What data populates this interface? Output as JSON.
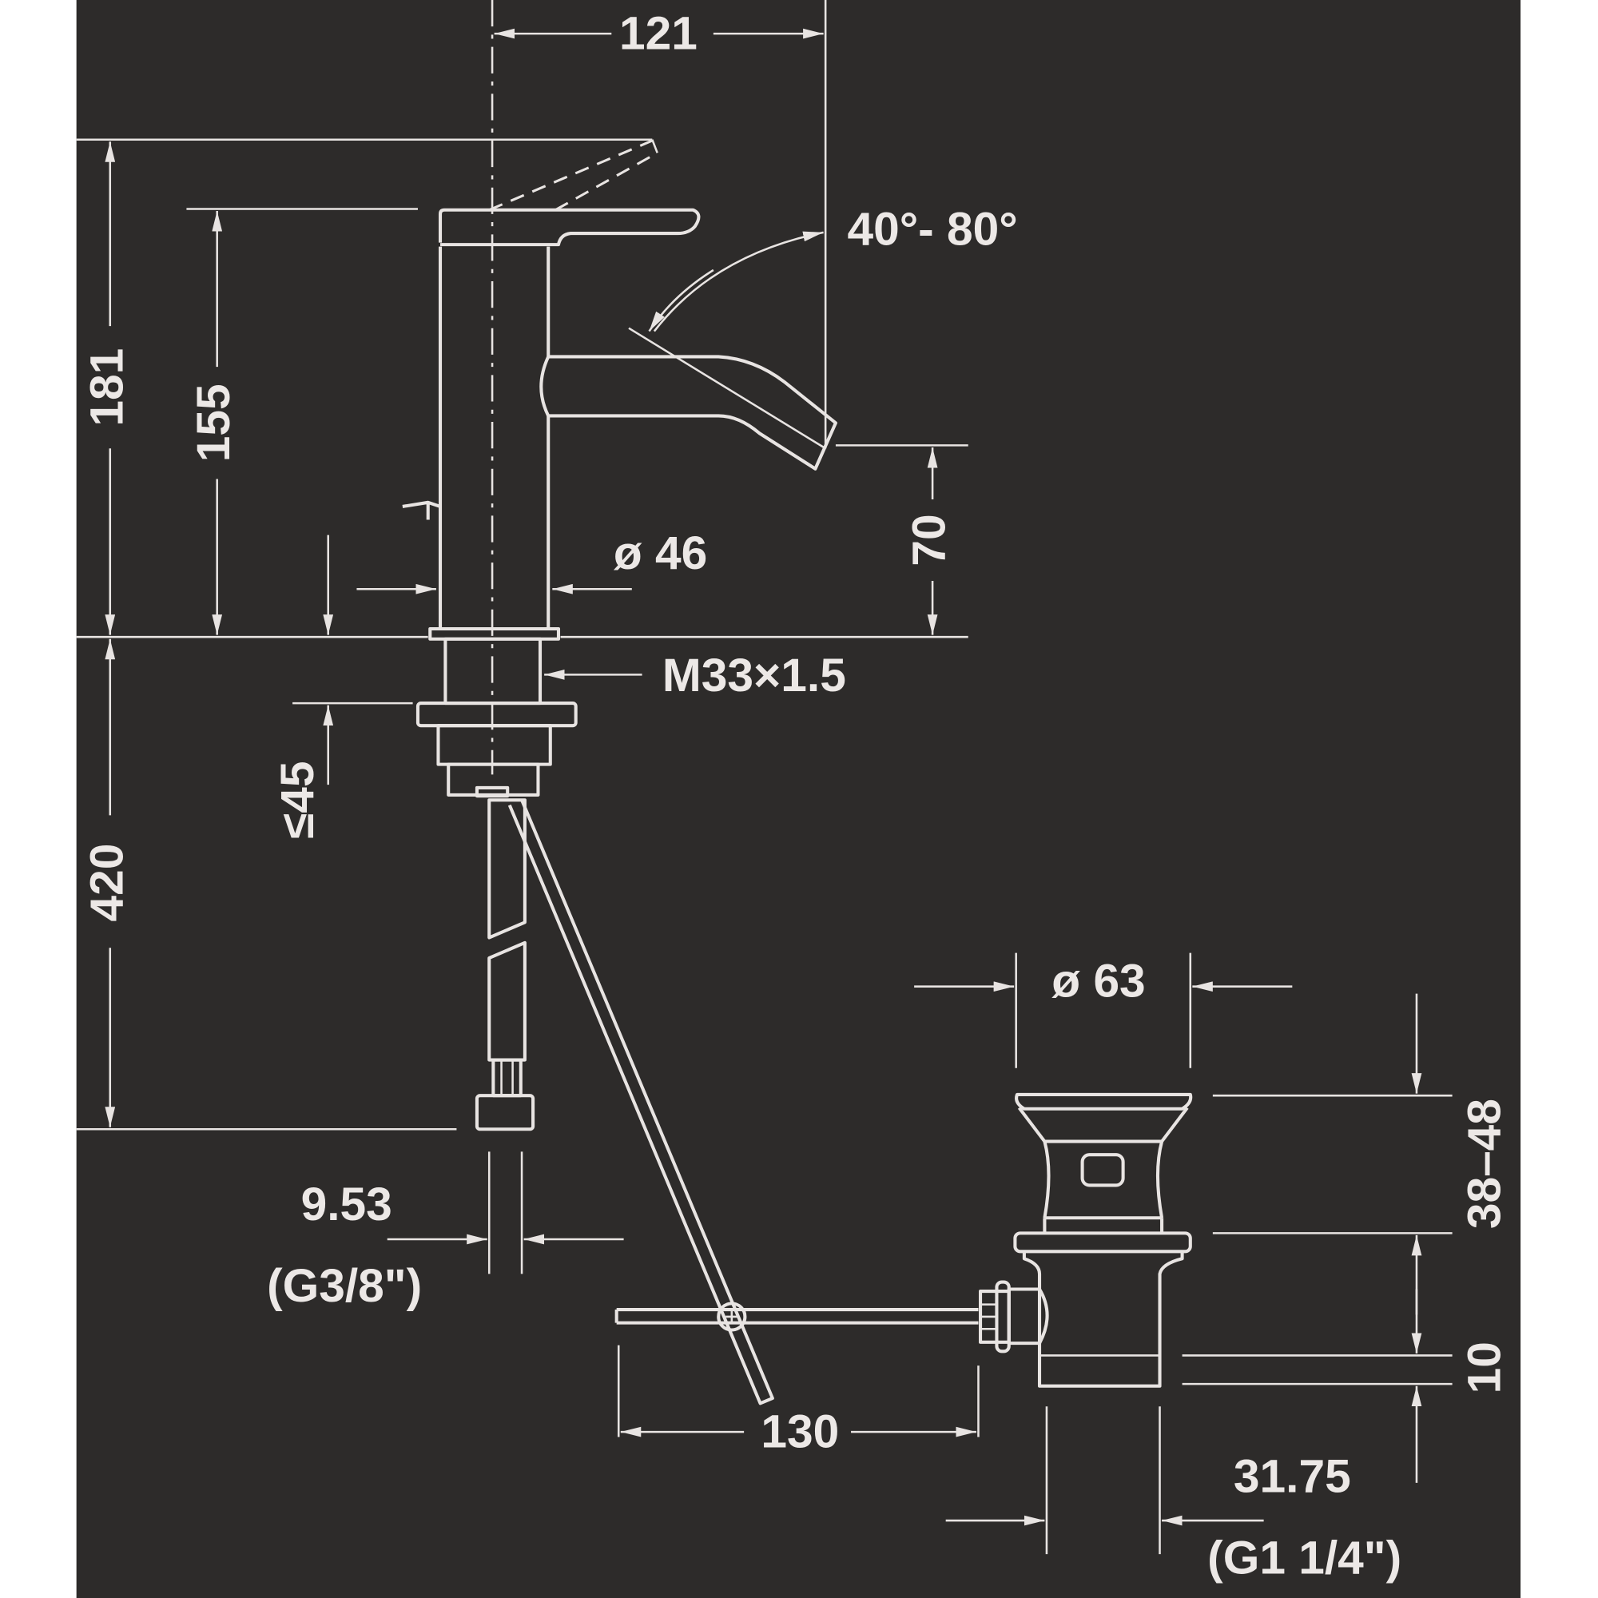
{
  "drawing": {
    "title": "Bidet mixer dimension drawing",
    "colors": {
      "background": "#2d2b2a",
      "line": "#e8e4e2",
      "margin": "#ffffff"
    },
    "dimensions": {
      "spout_reach": "121",
      "total_height_lever_up": "181",
      "height": "155",
      "spout_height": "70",
      "body_diameter": "ø 46",
      "thread": "M33×1.5",
      "max_deck_thickness": "≤45",
      "hose_length": "420",
      "angle_range": "40°- 80°",
      "hose_connection": "9.53",
      "hose_connection_thread": "(G3/8\")",
      "rod_length": "130",
      "waste_diameter": "ø 63",
      "waste_height": "38–48",
      "waste_offset": "10",
      "waste_connection": "31.75",
      "waste_connection_thread": "(G1 1/4\")"
    }
  }
}
